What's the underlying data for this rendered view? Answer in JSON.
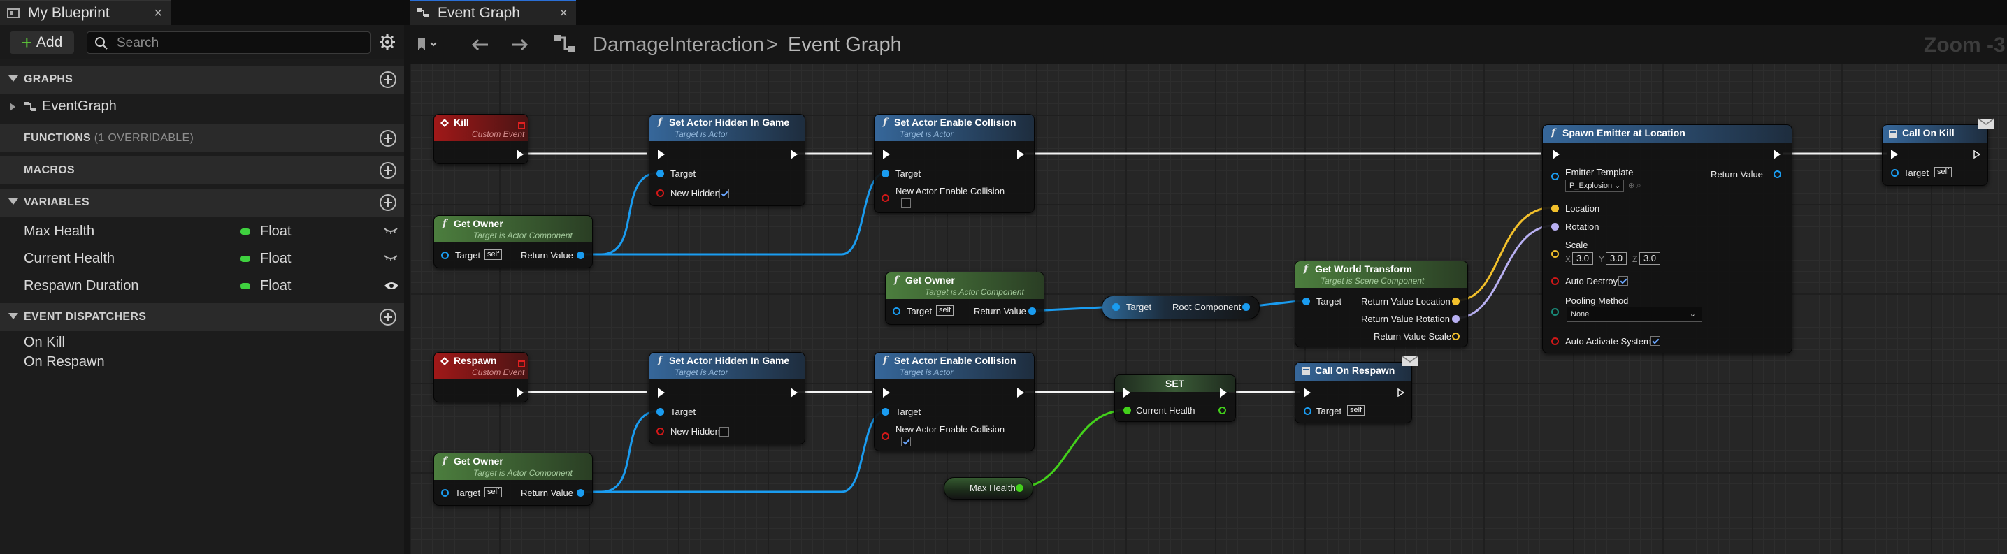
{
  "tabs": {
    "blueprint": "My Blueprint",
    "graph": "Event Graph",
    "close": "×"
  },
  "left_panel": {
    "add_label": "Add",
    "search_placeholder": "Search",
    "sections": {
      "graphs": "GRAPHS",
      "functions": "FUNCTIONS",
      "functions_sub": "(1 OVERRIDABLE)",
      "macros": "MACROS",
      "variables": "VARIABLES",
      "dispatchers": "EVENT DISPATCHERS"
    },
    "graph_items": [
      "EventGraph"
    ],
    "variables": [
      {
        "name": "Max Health",
        "type": "Float"
      },
      {
        "name": "Current Health",
        "type": "Float"
      },
      {
        "name": "Respawn Duration",
        "type": "Float"
      }
    ],
    "dispatchers": [
      "On Kill",
      "On Respawn"
    ]
  },
  "toolbar": {
    "breadcrumb_root": "DamageInteraction",
    "breadcrumb_sep": ">",
    "breadcrumb_current": "Event Graph",
    "zoom": "Zoom -3"
  },
  "nodes": {
    "kill": {
      "title": "Kill",
      "subtitle": "Custom Event"
    },
    "respawn": {
      "title": "Respawn",
      "subtitle": "Custom Event"
    },
    "get_owner": {
      "title": "Get Owner",
      "subtitle": "Target is Actor Component",
      "target": "Target",
      "self": "self",
      "ret": "Return Value"
    },
    "hidden": {
      "title": "Set Actor Hidden In Game",
      "subtitle": "Target is Actor",
      "target": "Target",
      "param": "New Hidden"
    },
    "collision": {
      "title": "Set Actor Enable Collision",
      "subtitle": "Target is Actor",
      "target": "Target",
      "param": "New Actor Enable Collision"
    },
    "root": {
      "target": "Target",
      "ret": "Root Component"
    },
    "transform": {
      "title": "Get World Transform",
      "subtitle": "Target is Scene Component",
      "target": "Target",
      "loc": "Return Value Location",
      "rot": "Return Value Rotation",
      "scale": "Return Value Scale"
    },
    "spawn": {
      "title": "Spawn Emitter at Location",
      "template": "Emitter Template",
      "template_value": "P_Explosion",
      "ret": "Return Value",
      "location": "Location",
      "rotation": "Rotation",
      "scale": "Scale",
      "x": "X",
      "y": "Y",
      "z": "Z",
      "sx": "3.0",
      "sy": "3.0",
      "sz": "3.0",
      "auto_destroy": "Auto Destroy",
      "pooling": "Pooling Method",
      "pooling_value": "None",
      "auto_activate": "Auto Activate System"
    },
    "call_kill": {
      "title": "Call On Kill",
      "target": "Target",
      "self": "self"
    },
    "call_respawn": {
      "title": "Call On Respawn",
      "target": "Target",
      "self": "self"
    },
    "set": {
      "title": "SET",
      "param": "Current Health"
    },
    "max_health": {
      "label": "Max Health"
    }
  },
  "colors": {
    "event_header": "#8a1414",
    "function_header": "#2f5f8e",
    "pure_header": "#3b6b2e",
    "exec_wire": "#ffffff",
    "object_wire": "#1a9cf0",
    "float_wire": "#43d11b",
    "vector_wire": "#f2c02b",
    "rotator_wire": "#b8b0f2"
  }
}
